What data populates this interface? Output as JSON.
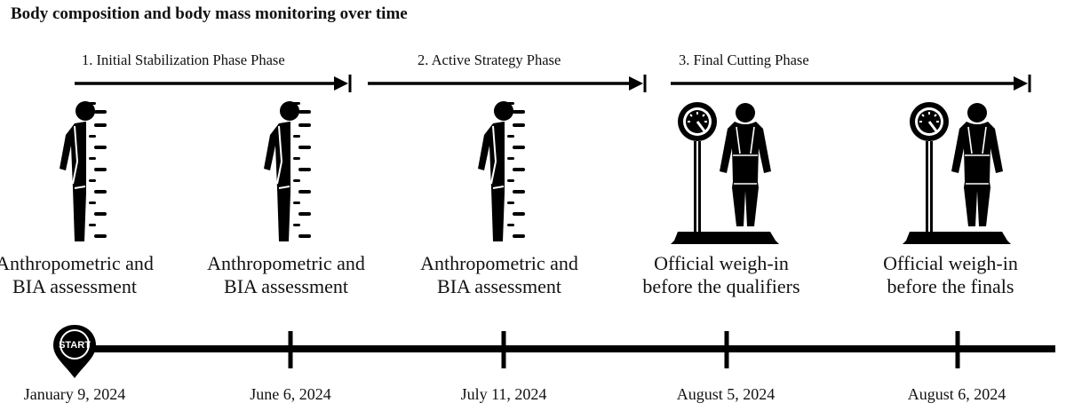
{
  "title": "Body composition and body mass monitoring over time",
  "phases": [
    {
      "label": "1. Initial Stabilization Phase Phase"
    },
    {
      "label": "2. Active Strategy Phase"
    },
    {
      "label": "3. Final Cutting Phase"
    }
  ],
  "start_marker": "START",
  "events": [
    {
      "label": "Anthropometric and BIA assessment",
      "date": "January 9, 2024",
      "icon": "person-with-measuring-scale-icon"
    },
    {
      "label": "Anthropometric and BIA assessment",
      "date": "June 6, 2024",
      "icon": "person-with-measuring-scale-icon"
    },
    {
      "label": "Anthropometric and BIA assessment",
      "date": "July 11, 2024",
      "icon": "person-with-measuring-scale-icon"
    },
    {
      "label": "Official weigh-in before the qualifiers",
      "date": "August 5, 2024",
      "icon": "wrestler-on-weighing-scale-icon"
    },
    {
      "label": "Official weigh-in before the finals",
      "date": "August 6, 2024",
      "icon": "wrestler-on-weighing-scale-icon"
    }
  ],
  "colors": {
    "ink": "#000000",
    "background": "#ffffff"
  }
}
